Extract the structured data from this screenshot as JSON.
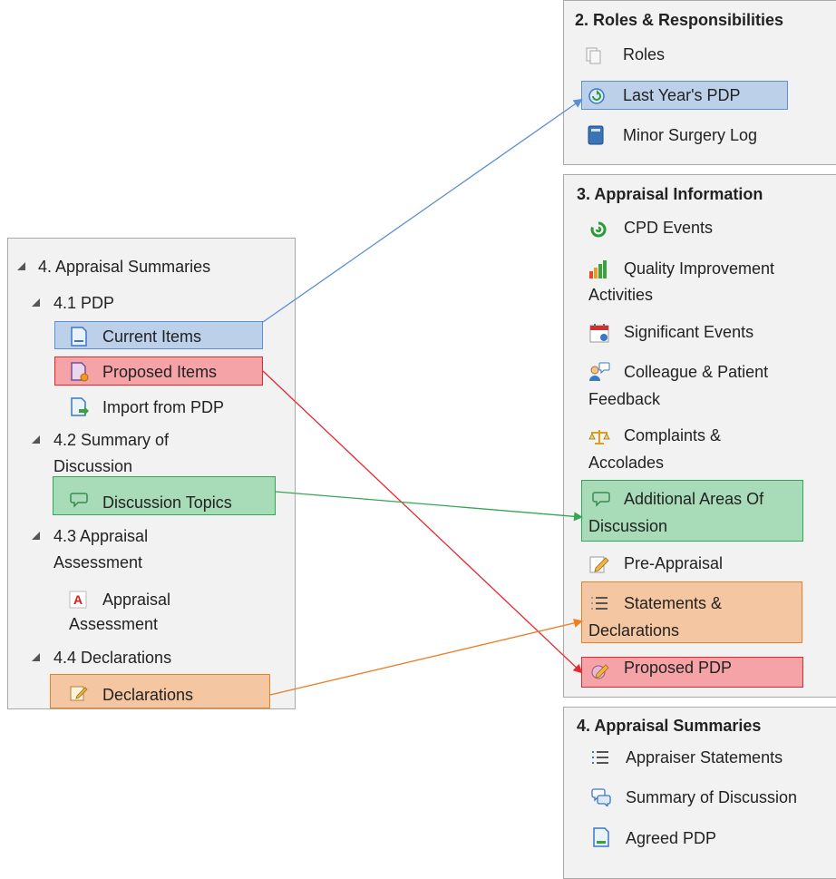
{
  "left_tree": {
    "root_label": "4. Appraisal Summaries",
    "pdp_label": "4.1 PDP",
    "current_items": "Current Items",
    "proposed_items": "Proposed Items",
    "import_from_pdp": "Import from PDP",
    "summary_line1": "4.2 Summary of",
    "summary_line2": "Discussion",
    "discussion_topics": "Discussion Topics",
    "assessment_line1": "4.3 Appraisal",
    "assessment_line2": "Assessment",
    "appraisal_assessment_line1": "Appraisal",
    "appraisal_assessment_line2": "Assessment",
    "declarations_header": "4.4 Declarations",
    "declarations_item": "Declarations"
  },
  "roles_panel": {
    "title": "2. Roles & Responsibilities",
    "roles": "Roles",
    "last_years_pdp": "Last Year's PDP",
    "minor_surgery_log": "Minor Surgery Log"
  },
  "appraisal_info_panel": {
    "title": "3. Appraisal Information",
    "cpd_events": "CPD Events",
    "quality_line1": "Quality Improvement",
    "quality_line2": "Activities",
    "significant_events": "Significant Events",
    "feedback_line1": "Colleague & Patient",
    "feedback_line2": "Feedback",
    "complaints_line1": "Complaints &",
    "complaints_line2": "Accolades",
    "additional_line1": "Additional Areas Of",
    "additional_line2": "Discussion",
    "pre_appraisal": "Pre-Appraisal",
    "statements_line1": "Statements &",
    "statements_line2": "Declarations",
    "proposed_pdp": "Proposed PDP"
  },
  "summaries_panel": {
    "title": "4. Appraisal Summaries",
    "appraiser_statements": "Appraiser Statements",
    "summary_of_discussion": "Summary of Discussion",
    "agreed_pdp": "Agreed PDP"
  },
  "colors": {
    "blue": "#5b8fd6",
    "red": "#e8262e",
    "green": "#33a752",
    "orange": "#ef7d22"
  }
}
